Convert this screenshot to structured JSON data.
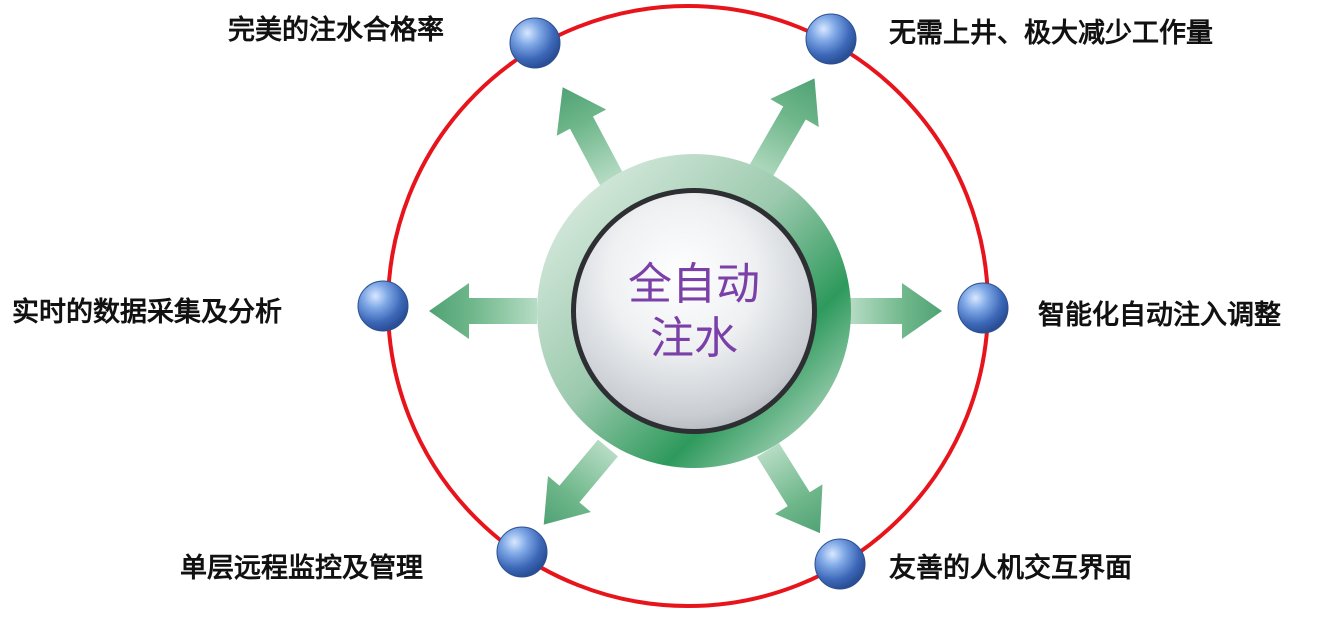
{
  "center": {
    "line1": "全自动",
    "line2": "注水"
  },
  "features": [
    {
      "id": "top-left",
      "label": "完美的注水合格率"
    },
    {
      "id": "top-right",
      "label": "无需上井、极大减少工作量"
    },
    {
      "id": "mid-left",
      "label": "实时的数据采集及分析"
    },
    {
      "id": "mid-right",
      "label": "智能化自动注入调整"
    },
    {
      "id": "bottom-left",
      "label": "单层远程监控及管理"
    },
    {
      "id": "bottom-right",
      "label": "友善的人机交互界面"
    }
  ],
  "colors": {
    "ring": "#e8141c",
    "arrow": "#5aaa7a",
    "node": "#4a78c8",
    "center_text": "#7b3fa8",
    "hub_green": "#2e9a5c"
  },
  "icons": {
    "node": "blue-sphere",
    "arrow": "green-arrow"
  }
}
